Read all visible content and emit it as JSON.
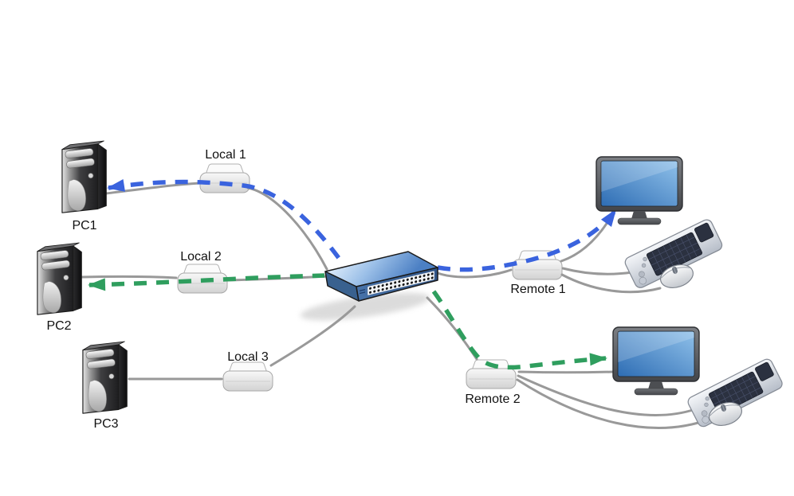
{
  "labels": {
    "pc1": "PC1",
    "pc2": "PC2",
    "pc3": "PC3",
    "local1": "Local 1",
    "local2": "Local 2",
    "local3": "Local 3",
    "remote1": "Remote 1",
    "remote2": "Remote 2"
  },
  "colors": {
    "path_blue": "#3a63de",
    "path_green": "#2f9e5e",
    "cable": "#999999",
    "switch_top": "#5b8fd4",
    "monitor_screen": "#4a86c8"
  },
  "nodes": [
    {
      "id": "pc1",
      "type": "tower-pc-icon",
      "label": "PC1"
    },
    {
      "id": "pc2",
      "type": "tower-pc-icon",
      "label": "PC2"
    },
    {
      "id": "pc3",
      "type": "tower-pc-icon",
      "label": "PC3"
    },
    {
      "id": "local1",
      "type": "extender-box-icon",
      "label": "Local 1"
    },
    {
      "id": "local2",
      "type": "extender-box-icon",
      "label": "Local 2"
    },
    {
      "id": "local3",
      "type": "extender-box-icon",
      "label": "Local 3"
    },
    {
      "id": "switch",
      "type": "network-switch-icon",
      "label": ""
    },
    {
      "id": "remote1",
      "type": "extender-box-icon",
      "label": "Remote 1"
    },
    {
      "id": "remote2",
      "type": "extender-box-icon",
      "label": "Remote 2"
    },
    {
      "id": "monitor1",
      "type": "monitor-icon",
      "label": ""
    },
    {
      "id": "keyboard1",
      "type": "keyboard-icon",
      "label": ""
    },
    {
      "id": "mouse1",
      "type": "mouse-icon",
      "label": ""
    },
    {
      "id": "monitor2",
      "type": "monitor-icon",
      "label": ""
    },
    {
      "id": "keyboard2",
      "type": "keyboard-icon",
      "label": ""
    },
    {
      "id": "mouse2",
      "type": "mouse-icon",
      "label": ""
    }
  ],
  "cables": [
    {
      "from": "pc1",
      "to": "local1"
    },
    {
      "from": "local1",
      "to": "switch"
    },
    {
      "from": "pc2",
      "to": "local2"
    },
    {
      "from": "local2",
      "to": "switch"
    },
    {
      "from": "pc3",
      "to": "local3"
    },
    {
      "from": "local3",
      "to": "switch"
    },
    {
      "from": "switch",
      "to": "remote1"
    },
    {
      "from": "remote1",
      "to": "monitor1"
    },
    {
      "from": "remote1",
      "to": "keyboard1"
    },
    {
      "from": "remote1",
      "to": "mouse1"
    },
    {
      "from": "switch",
      "to": "remote2"
    },
    {
      "from": "remote2",
      "to": "monitor2"
    },
    {
      "from": "remote2",
      "to": "keyboard2"
    },
    {
      "from": "remote2",
      "to": "mouse2"
    }
  ],
  "signal_paths": [
    {
      "color": "blue",
      "style": "dashed",
      "route": [
        "pc1",
        "local1",
        "switch",
        "remote1",
        "monitor1"
      ],
      "arrowheads": [
        "pc1",
        "monitor1"
      ]
    },
    {
      "color": "green",
      "style": "dashed",
      "route": [
        "pc2",
        "local2",
        "switch",
        "remote2",
        "monitor2"
      ],
      "arrowheads": [
        "pc2",
        "monitor2"
      ]
    }
  ]
}
